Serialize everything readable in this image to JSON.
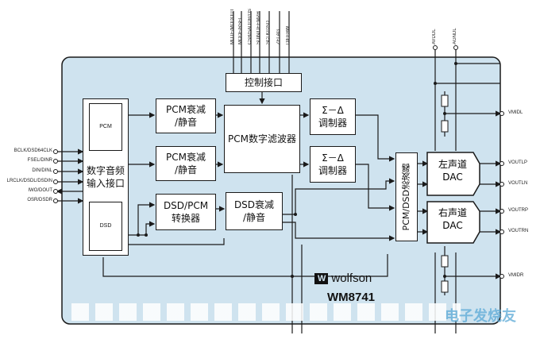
{
  "blocks": {
    "control": "控制接口",
    "pcm_atten_1": "PCM衰减\n/静音",
    "pcm_atten_2": "PCM衰减\n/静音",
    "pcm_filter": "PCM数字滤波器",
    "sd_mod_1": "Σ－Δ\n调制器",
    "sd_mod_2": "Σ－Δ\n调制器",
    "dsd_pcm_conv": "DSD/PCM\n转换器",
    "dsd_atten": "DSD衰减\n/静音",
    "audio_if": "数字音频\n输入接口",
    "pcm_sub": "PCM",
    "dsd_sub": "DSD",
    "pcm_dsd_filter": "PCM/DSD滤波器",
    "left_dac": "左声道\nDAC",
    "right_dac": "右声道\nDAC"
  },
  "left_pins": [
    "BCLK/DSD64CLK",
    "FSEL/DINR",
    "DIN/DINL",
    "LRCLK/DSDL/DSDIN",
    "IWO/DOUT",
    "OSR/DSDR"
  ],
  "top_pins": [
    "MUTE/MODOUT",
    "MODE/RSEL",
    "CSB/SADDR/DS",
    "SDIN/DEEMPH",
    "SCLK/DSD",
    "ZFLAG",
    "DIFFHW"
  ],
  "supply_pins": [
    "AVDDL",
    "AGNDL"
  ],
  "right_pins": [
    "VMIDL",
    "VOUTLP",
    "VOUTLN",
    "VOUTRP",
    "VOUTRN",
    "VMIDR"
  ],
  "brand": {
    "logo_mark": "W",
    "logo_text": "wolfson",
    "part_number": "WM8741"
  },
  "watermark": "电子发烧友",
  "colors": {
    "chip_fill": "#cfe3ef",
    "line": "#1a1a1a",
    "block_fill": "#ffffff"
  }
}
